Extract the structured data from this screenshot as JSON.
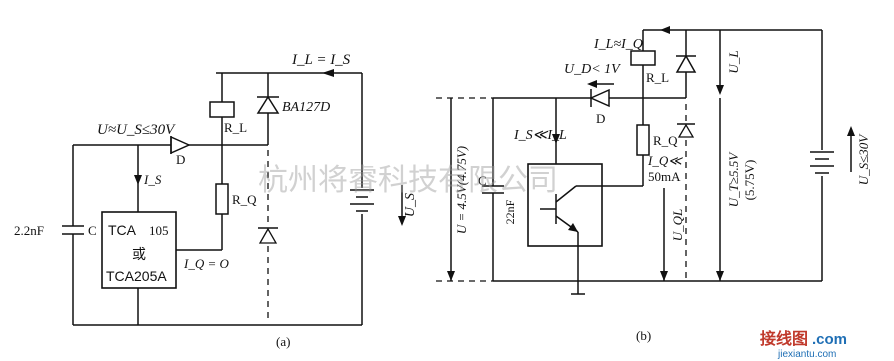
{
  "watermark": "杭州将睿科技有限公司",
  "logo": {
    "main": "接线图",
    "suffix": ".com",
    "url": "jiexiantu.com"
  },
  "diagram_a": {
    "caption": "(a)",
    "labels": {
      "il_is": "I_L = I_S",
      "relay": "R_L",
      "diode_part": "BA127D",
      "u_approx": "U≈U_S≤30V",
      "diode": "D",
      "is_label": "I_S",
      "rq": "R_Q",
      "us": "U_S",
      "cap": "2.2nF",
      "cap_ref": "C",
      "ic_line1": "TCA",
      "ic_num": "105",
      "ic_or": "或",
      "ic_line2": "TCA205A",
      "iq": "I_Q = O"
    }
  },
  "diagram_b": {
    "caption": "(b)",
    "labels": {
      "il_iq": "I_L≈I_Q",
      "ud": "U_D< 1V",
      "relay": "R_L",
      "diode": "D",
      "voltage": "U = 4.5V(4.75V)",
      "is_il": "I_S≪I_L",
      "rq": "R_Q",
      "iq_ma": "I_Q≪",
      "iq_val": "50mA",
      "cap_ref": "C",
      "cap": "22nF",
      "uql": "U_QL",
      "ut": "U_T≥5.5V",
      "ut2": "(5.75V)",
      "ul": "U_L",
      "us": "U_S≤30V"
    }
  }
}
